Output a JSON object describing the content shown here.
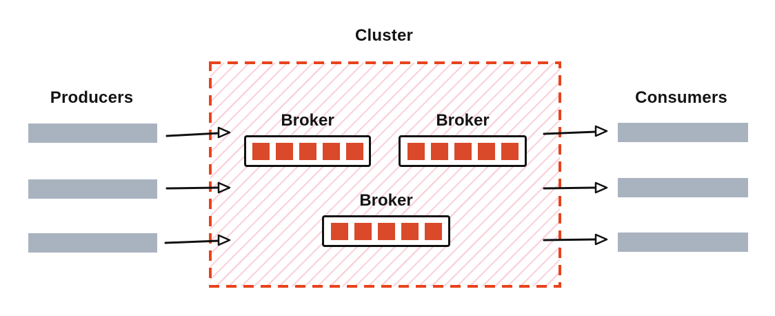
{
  "diagram": {
    "type": "kafka-cluster-architecture",
    "title": "Cluster",
    "producers": {
      "label": "Producers",
      "lane_count": 3
    },
    "consumers": {
      "label": "Consumers",
      "lane_count": 3
    },
    "cluster": {
      "label": "Cluster",
      "brokers": [
        {
          "label": "Broker",
          "partition_count": 5
        },
        {
          "label": "Broker",
          "partition_count": 5
        },
        {
          "label": "Broker",
          "partition_count": 5
        }
      ]
    },
    "flows": {
      "producer_arrows": 3,
      "consumer_arrows": 3,
      "direction": "left-to-right"
    },
    "colors": {
      "cluster_border_red": "#e8431c",
      "partition_red": "#d9492a",
      "hatch_pink": "#f9d3dc",
      "lane_gray": "#a9b3c0",
      "stroke_black": "#111111",
      "text": "#141414",
      "background": "#ffffff"
    }
  }
}
